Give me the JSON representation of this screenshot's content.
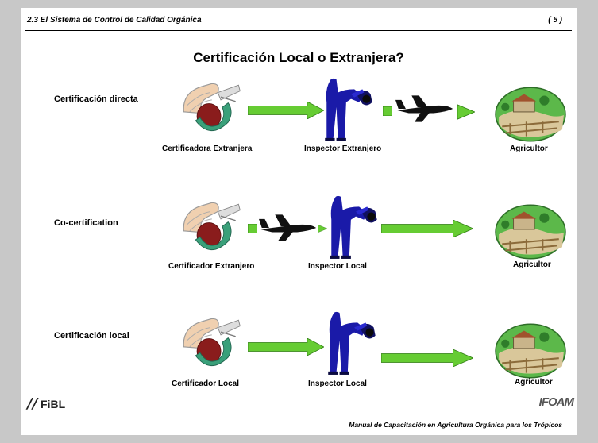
{
  "header": {
    "section": "2.3 El Sistema de Control de Calidad Orgánica",
    "page": "( 5 )"
  },
  "title": "Certificación Local o Extranjera?",
  "rows": [
    {
      "label": "Certificación directa",
      "certifier": "Certificadora Extranjera",
      "inspector": "Inspector Extranjero",
      "farmer": "Agricultor"
    },
    {
      "label": "Co-certification",
      "certifier": "Certificador Extranjero",
      "inspector": "Inspector Local",
      "farmer": "Agricultor"
    },
    {
      "label": "Certificación local",
      "certifier": "Certificador Local",
      "inspector": "Inspector Local",
      "farmer": "Agricultor"
    }
  ],
  "icons": {
    "certifier": "hand-writing-icon",
    "inspector": "bowing-inspector-icon",
    "airplane": "airplane-icon",
    "farmer": "farm-icon",
    "arrow": "green-arrow-icon"
  },
  "colors": {
    "arrow_green": "#66cc33",
    "inspector_blue": "#1a1aa8",
    "background_gray": "#c8c8c8"
  },
  "footer": {
    "manual": "Manual de Capacitación en Agricultura Orgánica para los Trópicos",
    "logo_left": "FiBL",
    "logo_right": "IFOAM"
  }
}
